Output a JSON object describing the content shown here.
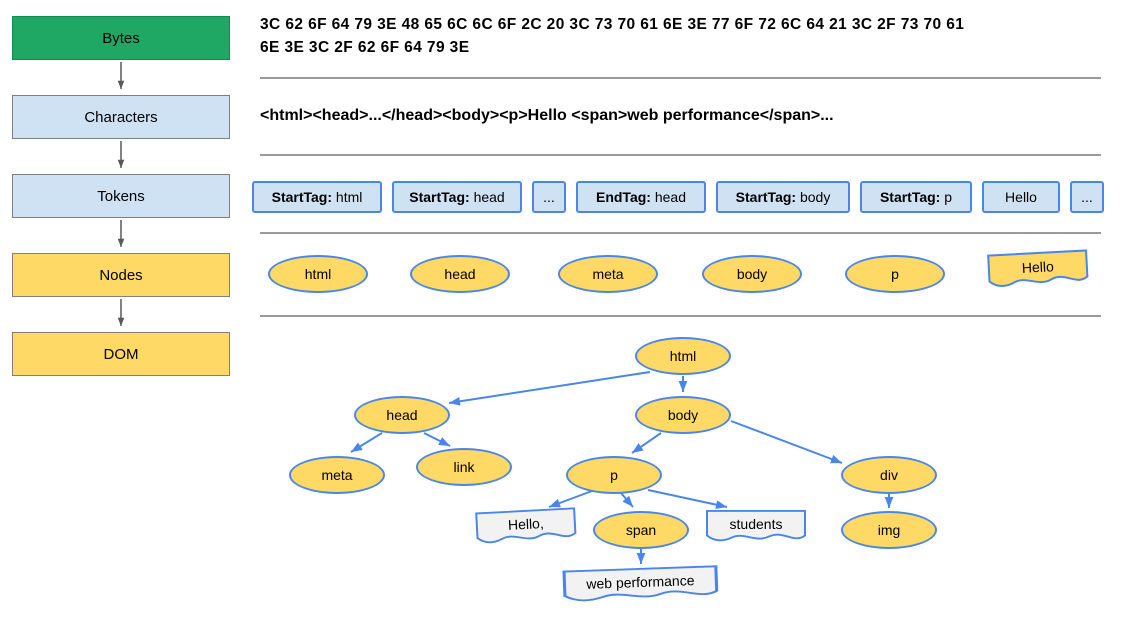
{
  "stages": {
    "bytes": "Bytes",
    "characters": "Characters",
    "tokens": "Tokens",
    "nodes": "Nodes",
    "dom": "DOM"
  },
  "bytes_row": {
    "line1": "3C 62 6F 64 79 3E 48 65 6C 6C 6F 2C 20 3C 73 70 61 6E 3E 77 6F 72 6C 64 21 3C 2F 73 70 61",
    "line2": "6E 3E 3C 2F 62 6F 64 79 3E"
  },
  "characters_row": {
    "text": "<html><head>...</head><body><p>Hello <span>web performance</span>..."
  },
  "tokens_row": [
    {
      "kind": "StartTag:",
      "value": " html"
    },
    {
      "kind": "StartTag:",
      "value": " head"
    },
    {
      "value": "..."
    },
    {
      "kind": "EndTag:",
      "value": " head"
    },
    {
      "kind": "StartTag:",
      "value": " body"
    },
    {
      "kind": "StartTag:",
      "value": " p"
    },
    {
      "value": "Hello"
    },
    {
      "value": "..."
    }
  ],
  "nodes_row": {
    "ellipses": [
      "html",
      "head",
      "meta",
      "body",
      "p"
    ],
    "text_node": "Hello"
  },
  "dom_tree": {
    "html": "html",
    "head": "head",
    "body": "body",
    "meta": "meta",
    "link": "link",
    "p": "p",
    "div": "div",
    "span": "span",
    "img": "img",
    "text_hello": "Hello,",
    "text_students": "students",
    "text_webperf": "web performance"
  },
  "colors": {
    "stage_green": "#1fa864",
    "stage_light_blue": "#cfe2f3",
    "node_yellow": "#ffd966",
    "border_blue": "#4a86e8",
    "divider_gray": "#9a9a9a",
    "text_node_gray": "#f2f2f2",
    "flow_arrow_gray": "#595959"
  }
}
